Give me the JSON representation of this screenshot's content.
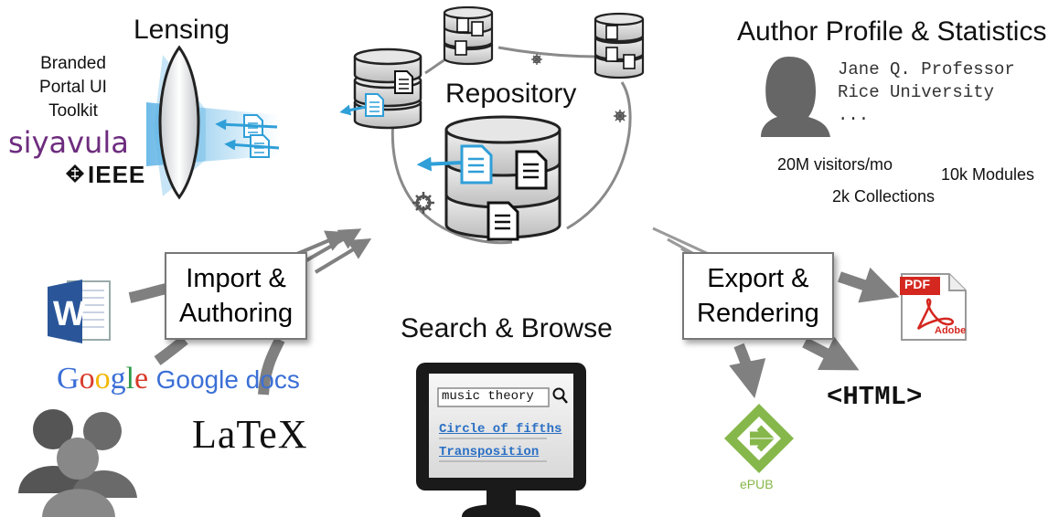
{
  "lensing": {
    "title": "Lensing",
    "toolkit_label": "Branded\nPortal UI\nToolkit",
    "partners": [
      "siyavula",
      "IEEE"
    ]
  },
  "repository": {
    "title": "Repository"
  },
  "author_profile": {
    "title": "Author Profile & Statistics",
    "profile_lines": [
      "Jane Q. Professor",
      "Rice University",
      "..."
    ],
    "stats": [
      "20M visitors/mo",
      "10k Modules",
      "2k Collections"
    ]
  },
  "import_authoring": {
    "label": "Import &\nAuthoring",
    "sources": [
      "Google docs",
      "LaTeX"
    ]
  },
  "search_browse": {
    "title": "Search & Browse",
    "query": "music theory",
    "results": [
      "Circle of fifths",
      "Transposition"
    ]
  },
  "export_rendering": {
    "label": "Export &\nRendering",
    "outputs": [
      "PDF",
      "Adobe",
      "<HTML>",
      "ePUB"
    ]
  },
  "colors": {
    "arrow_gray": "#808080",
    "blue_accent": "#2f9fd8",
    "siyavula_purple": "#6d2c7e",
    "epub_green": "#86b74a",
    "pdf_red": "#d4271f"
  }
}
